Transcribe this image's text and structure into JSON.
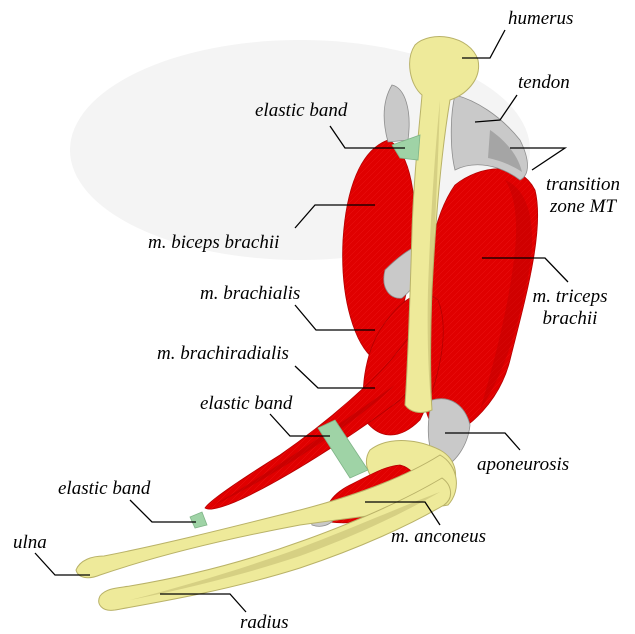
{
  "colors": {
    "bone": "#eeea9a",
    "bone_edge": "#b9b268",
    "muscle": "#e00000",
    "muscle_dark": "#b30000",
    "tendon": "#c9c9c9",
    "tendon_dark": "#8e8e8e",
    "elastic_band": "#9fd3a6",
    "leader_line": "#000000"
  },
  "labels": {
    "humerus": "humerus",
    "tendon": "tendon",
    "elastic_band_top": "elastic band",
    "transition_zone_line1": "transition",
    "transition_zone_line2": "zone MT",
    "biceps": "m. biceps brachii",
    "brachialis": "m. brachialis",
    "triceps_line1": "m. triceps",
    "triceps_line2": "brachii",
    "brachiradialis": "m. brachiradialis",
    "elastic_band_middle": "elastic band",
    "aponeurosis": "aponeurosis",
    "elastic_band_bottom": "elastic band",
    "ulna": "ulna",
    "anconeus": "m. anconeus",
    "radius": "radius"
  }
}
